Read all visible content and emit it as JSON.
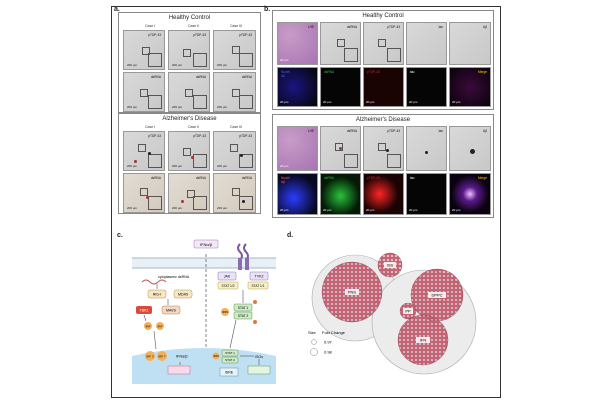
{
  "panels": {
    "a": {
      "label": "a.",
      "healthy": {
        "title": "Healthy Control",
        "cases": [
          "Case I",
          "Case II",
          "Case III"
        ],
        "row1": [
          "pTDP-43",
          "pTDP-43",
          "pTDP-43"
        ],
        "row2": [
          "dsRNA",
          "dsRNA",
          "dsRNA"
        ],
        "scale": "200 µm"
      },
      "ad": {
        "title": "Alzheimer's Disease",
        "cases": [
          "Case I",
          "Case II",
          "Case III"
        ],
        "row1": [
          "pTDP-43",
          "pTDP-43",
          "pTDP-43"
        ],
        "row2": [
          "dsRNA",
          "dsRNA",
          "dsRNA"
        ],
        "scale": "200 µm"
      }
    },
    "b": {
      "label": "b.",
      "healthy": {
        "title": "Healthy Control",
        "top": [
          "LHE",
          "dsRNA",
          "pTDP-43",
          "tau",
          "Aβ"
        ],
        "bottom": [
          "Nuclei\nAβ",
          "dsRNA",
          "pTDP-43",
          "tau",
          "Merge"
        ],
        "scale": "20 µm"
      },
      "ad": {
        "title": "Alzheimer's Disease",
        "top": [
          "LHE",
          "dsRNA",
          "pTDP-43",
          "tau",
          "Aβ"
        ],
        "bottom": [
          "Nuclei\nAβ",
          "dsRNA",
          "pTDP-43",
          "tau",
          "Merge"
        ],
        "scale": "20 µm"
      }
    },
    "c": {
      "label": "c.",
      "labels": {
        "ifn": "IFNα/β",
        "cyto": "cytoplasmic dsRNA",
        "rigi": "RIG-I",
        "mda5": "MDA5",
        "tbk1": "TBK1",
        "mavs": "MAVS",
        "irf": "IRF",
        "irf3": "IRF 3",
        "irf7": "IRF 7",
        "ifnab": "IFNα/β",
        "jak": "JAK",
        "tyk2": "TYK2",
        "stat12": "STAT 1/2",
        "stat11": "STAT 1/1",
        "stat1": "STAT 1",
        "stat2": "STAT 2",
        "irf9": "IRF9",
        "isre": "ISRE",
        "isgs": "ISGs"
      }
    },
    "d": {
      "label": "d.",
      "clusters": [
        "ISS",
        "PNS",
        "DPPC",
        "PP",
        "IFN"
      ],
      "legend": {
        "size_label": "Size",
        "fold_label": "Fold Change",
        "v1": "0.97",
        "v2": "0.98"
      }
    }
  },
  "colors": {
    "he": "#b07cb5",
    "dsrna_green": "#29c23b",
    "ptdp_red": "#e12424",
    "nuclei_blue": "#2b3cff",
    "bubble": "#c95f72",
    "tbk1": "#d94a3b",
    "nucleus": "#bfe0f2"
  }
}
